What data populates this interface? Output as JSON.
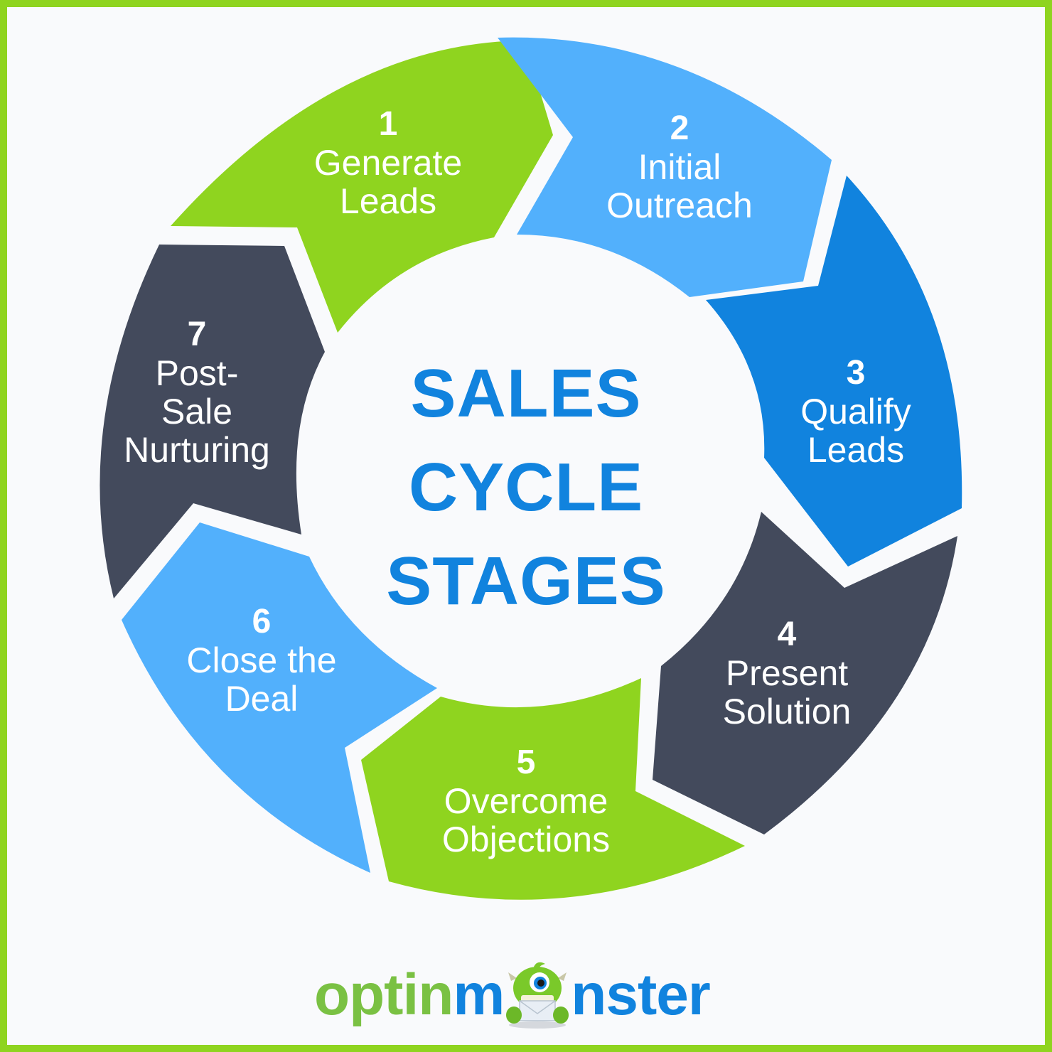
{
  "title": {
    "lines": [
      "SALES",
      "CYCLE",
      "STAGES"
    ],
    "color": "#1183de"
  },
  "stages": [
    {
      "number": "1",
      "lines": [
        "Generate",
        "Leads"
      ],
      "color": "#8fd41f"
    },
    {
      "number": "2",
      "lines": [
        "Initial",
        "Outreach"
      ],
      "color": "#52b0fc"
    },
    {
      "number": "3",
      "lines": [
        "Qualify",
        "Leads"
      ],
      "color": "#1183de"
    },
    {
      "number": "4",
      "lines": [
        "Present",
        "Solution"
      ],
      "color": "#434a5c"
    },
    {
      "number": "5",
      "lines": [
        "Overcome",
        "Objections"
      ],
      "color": "#8fd41f"
    },
    {
      "number": "6",
      "lines": [
        "Close the",
        "Deal"
      ],
      "color": "#52b0fc"
    },
    {
      "number": "7",
      "lines": [
        "Post-",
        "Sale",
        "Nurturing"
      ],
      "color": "#434a5c"
    }
  ],
  "logo": {
    "part1": "optin",
    "part2_a": "m",
    "part2_b": "nster",
    "mascot": "monster-mascot-icon"
  },
  "colors": {
    "border": "#8fd41f",
    "background": "#f9fafc",
    "text_on_segment": "#ffffff"
  }
}
